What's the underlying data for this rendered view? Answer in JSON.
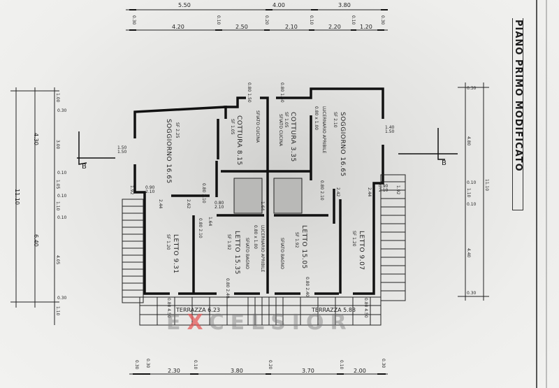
{
  "title": "PIANO PRIMO MODIFICATO",
  "watermark": {
    "prefix": "E",
    "x": "X",
    "rest": "CELSIOR"
  },
  "dimensions": {
    "top_overall": [
      "5.50",
      "4.00",
      "3.80"
    ],
    "top_detail": [
      "0.30",
      "4.20",
      "0.10",
      "2.50",
      "0.20",
      "2.10",
      "0.10",
      "2.20",
      "0.10",
      "1.20",
      "0.30"
    ],
    "bottom": [
      "0.30",
      "0.30",
      "2.30",
      "0.10",
      "3.80",
      "0.20",
      "3.70",
      "0.10",
      "2.00",
      "0.30"
    ],
    "left_total": "11.10",
    "left_mid": [
      "4.30",
      "6.40"
    ],
    "left_detail": [
      "1.00",
      "0.30",
      "3.00",
      "0.10",
      "1.05",
      "0.10",
      "1.10",
      "0.10",
      "4.05",
      "0.30",
      "1.10"
    ],
    "right_total": "11.10",
    "right_detail": [
      "0.30",
      "4.80",
      "0.10",
      "1.10",
      "0.10",
      "4.40",
      "0.30"
    ]
  },
  "section_marker": "B",
  "rooms": [
    {
      "name": "SOGGIORNO 16.65",
      "sf": "SF 2.25"
    },
    {
      "name": "COTTURA 8.15",
      "sf": "SF 1.05"
    },
    {
      "name": "SFIATO CUCINA",
      "sf": ""
    },
    {
      "name": "SFIATO CUCINA",
      "sf": ""
    },
    {
      "name": "COTTURA 3.35",
      "sf": "SF 1.05"
    },
    {
      "name": "LUCERNARIO APRIBILE",
      "sf": "0.80 x 1.00"
    },
    {
      "name": "SOGGIORNO 16.65",
      "sf": "SF 2.10"
    },
    {
      "name": "LETTO 9.31",
      "sf": "SF 1.20"
    },
    {
      "name": "LETTO 15.35",
      "sf": "SF 1.92"
    },
    {
      "name": "LUCERNARIO APRIBILE",
      "sf": "0.80 x 1.00"
    },
    {
      "name": "SFIATO BAGNO",
      "sf": ""
    },
    {
      "name": "SFIATO BAGNO",
      "sf": ""
    },
    {
      "name": "LETTO 15.05",
      "sf": "SF 1.92"
    },
    {
      "name": "LETTO 9.07",
      "sf": "SF 1.20"
    }
  ],
  "terraces": [
    "TERRAZZA 6.23",
    "TERRAZZA 5.88"
  ],
  "windows": [
    {
      "w": "1.50",
      "h": "1.50"
    },
    {
      "w": "1.40",
      "h": "1.50"
    },
    {
      "w": "0.80",
      "h": "1.50"
    },
    {
      "w": "0.80",
      "h": "1.50"
    }
  ],
  "doors": [
    {
      "w": "0.90",
      "h": "2.10"
    },
    {
      "w": "0.80",
      "h": "2.10"
    },
    {
      "w": "0.80",
      "h": "2.10"
    },
    {
      "w": "0.80",
      "h": "2.10"
    },
    {
      "w": "0.80",
      "h": "2.10"
    },
    {
      "w": "0.90",
      "h": "2.10"
    },
    {
      "w": "0.80",
      "h": "2.40"
    },
    {
      "w": "0.80",
      "h": "2.40"
    },
    {
      "w": "0.80",
      "h": "4.50"
    },
    {
      "w": "0.80",
      "h": "4.50"
    }
  ],
  "small_labels": [
    "1.92",
    "1.92",
    "2.44",
    "2.62",
    "2.44",
    "2.42",
    "1.64",
    "1.64"
  ]
}
